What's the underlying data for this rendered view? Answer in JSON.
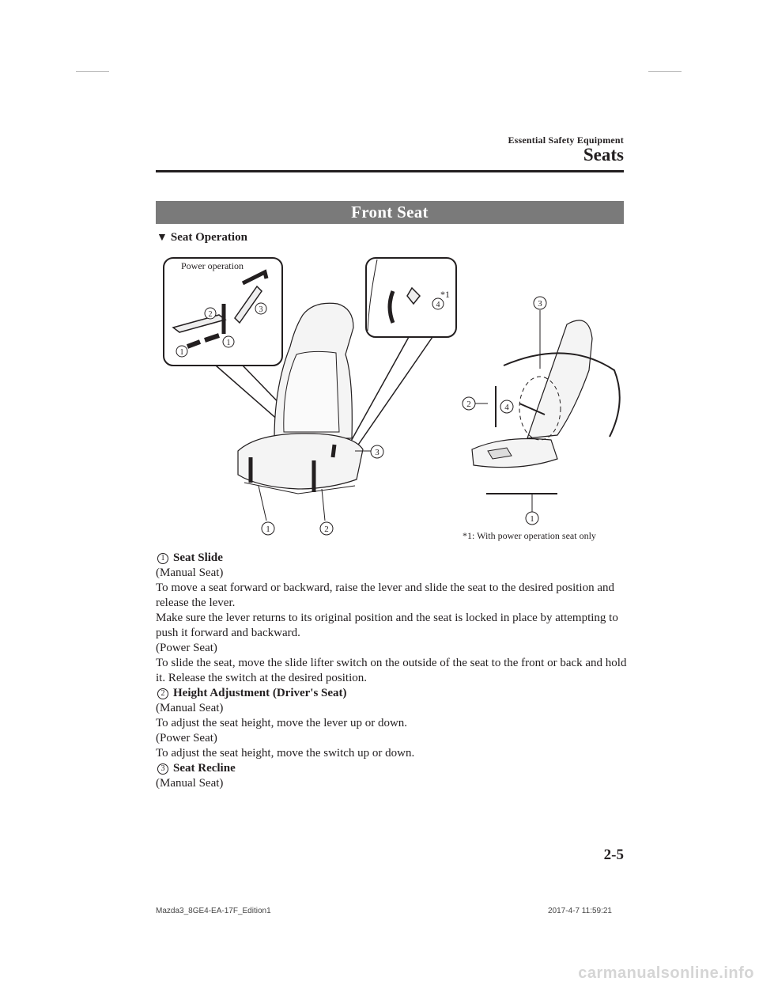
{
  "header": {
    "section": "Essential Safety Equipment",
    "title": "Seats"
  },
  "band_title": "Front Seat",
  "subheading": {
    "marker": "▼",
    "text": "Seat Operation"
  },
  "figure": {
    "inset_power_label": "Power operation",
    "inset_star": "*1",
    "footnote": "*1: With power operation seat only",
    "callouts": {
      "c1": "1",
      "c2": "2",
      "c3": "3",
      "c4": "4"
    }
  },
  "sections": {
    "slide": {
      "num": "1",
      "title": "Seat Slide",
      "manual_label": "(Manual Seat)",
      "manual_text1": "To move a seat forward or backward, raise the lever and slide the seat to the desired position and release the lever.",
      "manual_text2": "Make sure the lever returns to its original position and the seat is locked in place by attempting to push it forward and backward.",
      "power_label": "(Power Seat)",
      "power_text": "To slide the seat, move the slide lifter switch on the outside of the seat to the front or back and hold it. Release the switch at the desired position."
    },
    "height": {
      "num": "2",
      "title": "Height Adjustment (Driver's Seat)",
      "manual_label": "(Manual Seat)",
      "manual_text": "To adjust the seat height, move the lever up or down.",
      "power_label": "(Power Seat)",
      "power_text": "To adjust the seat height, move the switch up or down."
    },
    "recline": {
      "num": "3",
      "title": "Seat Recline",
      "manual_label": "(Manual Seat)"
    }
  },
  "page_number": "2-5",
  "footer": {
    "left": "Mazda3_8GE4-EA-17F_Edition1",
    "right": "2017-4-7 11:59:21"
  },
  "watermark": "carmanualsonline.info"
}
